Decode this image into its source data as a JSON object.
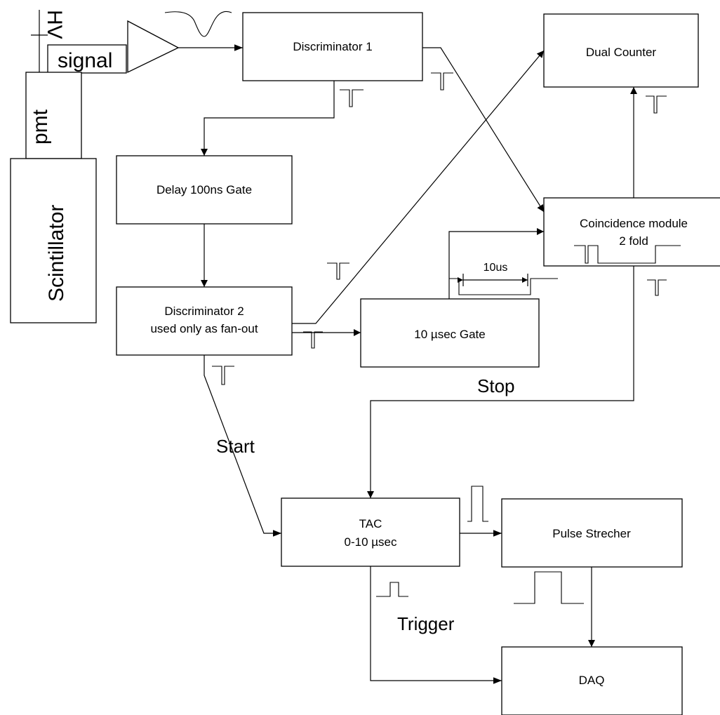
{
  "blocks": {
    "hv": "HV",
    "signal": "signal",
    "pmt": "pmt",
    "scintillator": "Scintillator",
    "discriminator1": "Discriminator 1",
    "dual_counter": "Dual Counter",
    "delay_gate": "Delay 100ns Gate",
    "coincidence_line1": "Coincidence module",
    "coincidence_line2": "2 fold",
    "discriminator2_line1": "Discriminator 2",
    "discriminator2_line2": "used only as fan-out",
    "gate_10us": "10 µsec Gate",
    "tac_line1": "TAC",
    "tac_line2": "0-10 µsec",
    "pulse_stretcher": "Pulse Strecher",
    "daq": "DAQ"
  },
  "labels": {
    "width_10us": "10us",
    "stop": "Stop",
    "start": "Start",
    "trigger": "Trigger"
  }
}
